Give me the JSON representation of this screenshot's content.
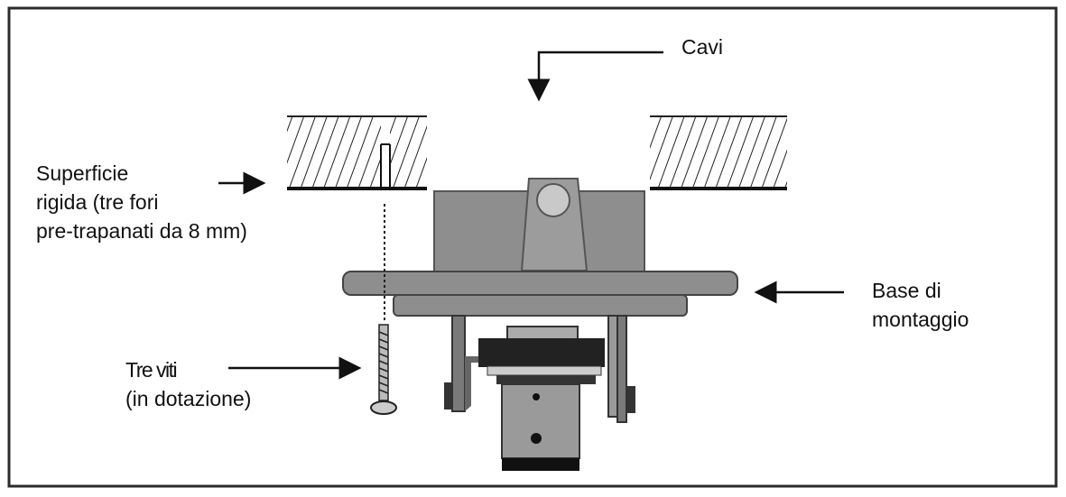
{
  "labels": {
    "cables": "Cavi",
    "surface": [
      "Superficie",
      "rigida (tre fori",
      "pre-trapanati da 8 mm)"
    ],
    "mount_base": [
      "Base di",
      "montaggio"
    ],
    "screws": [
      "Tre viti",
      "(in dotazione)"
    ]
  },
  "colors": {
    "frame": "#2b2b2b",
    "part_gray": "#8e8e8e",
    "part_light": "#c9c9c9",
    "ink": "#111111"
  }
}
